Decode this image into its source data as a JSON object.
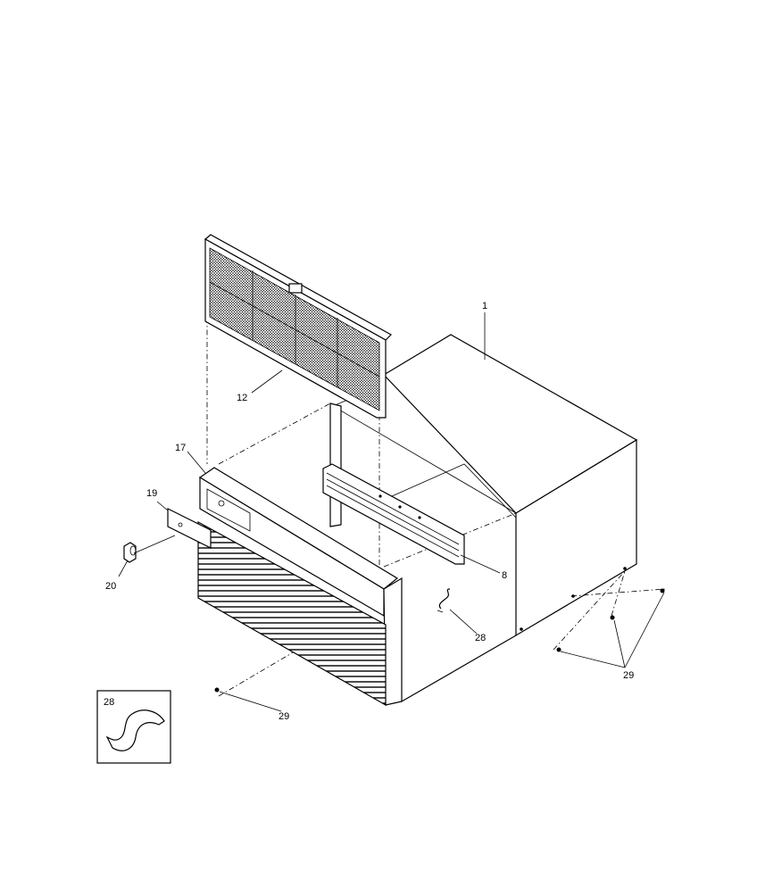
{
  "callouts": {
    "cabinet": "1",
    "filter": "12",
    "front_panel": "17",
    "nameplate": "19",
    "knob": "20",
    "rail": "8",
    "clip": "28",
    "screw_front": "29",
    "screws_right": "29",
    "inset_clip": "28"
  }
}
